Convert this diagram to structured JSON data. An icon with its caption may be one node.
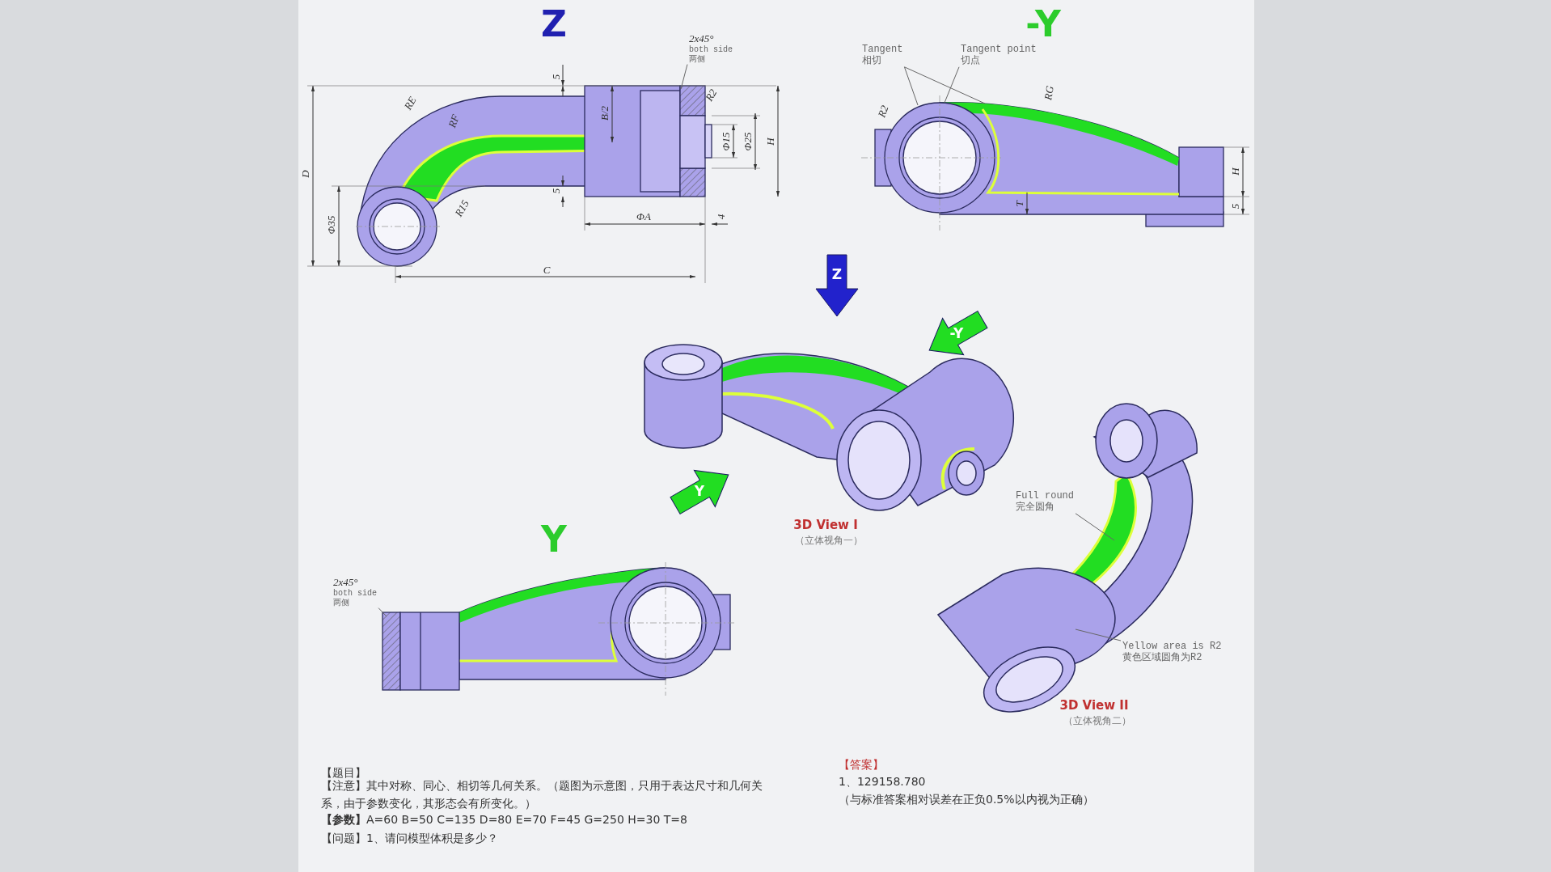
{
  "diagram": {
    "nodes": [
      {
        "text": [
          "2x45°",
          "both side",
          "两侧"
        ]
      },
      {
        "text": [
          "Tangent",
          "相切"
        ]
      },
      {
        "text": [
          "Tangent point",
          "切点"
        ]
      },
      {
        "text": [
          "2x45°",
          "both side",
          "两侧"
        ]
      },
      {
        "text": [
          "Full round",
          "完全圆角"
        ]
      },
      {
        "text": [
          "Yellow area is R2",
          "黄色区域圆角为R2"
        ]
      }
    ],
    "edges": [
      {
        "from": 0,
        "to": null,
        "arrow": "none"
      },
      {
        "from": 1,
        "to": null,
        "arrow": "none"
      },
      {
        "from": 1,
        "to": null,
        "arrow": "none"
      },
      {
        "from": 2,
        "to": null,
        "arrow": "none"
      },
      {
        "from": 3,
        "to": null,
        "arrow": "none"
      },
      {
        "from": 4,
        "to": null,
        "arrow": "none"
      },
      {
        "from": 5,
        "to": null,
        "arrow": "none"
      }
    ],
    "labels": [
      "Z",
      "-Y",
      "RE",
      "RF",
      "5",
      "B/2",
      "R2",
      "Φ15",
      "Φ25",
      "H",
      "D",
      "5",
      "R15",
      "Φ35",
      "ΦA",
      "4",
      "C",
      "R2",
      "RG",
      "T",
      "H",
      "5",
      "Z",
      "-Y",
      "Y",
      "3D View I",
      "（立体视角一）",
      "Y",
      "3D View II",
      "（立体视角二）",
      "【题目】",
      "【注意】其中对称、同心、相切等几何关系。（题图为示意图，只用于表达尺寸和几何关系，由于参数变化，其形态会有所变化。）",
      "**【参数】**A=60 B=50 C=135 D=80 E=70 F=45 G=250 H=30 T=8",
      "【问题】1、请问模型体积是多少？",
      "【答案】",
      "1、129158.780",
      "（与标准答案相对误差在正负0.5%以内视为正确）"
    ]
  }
}
